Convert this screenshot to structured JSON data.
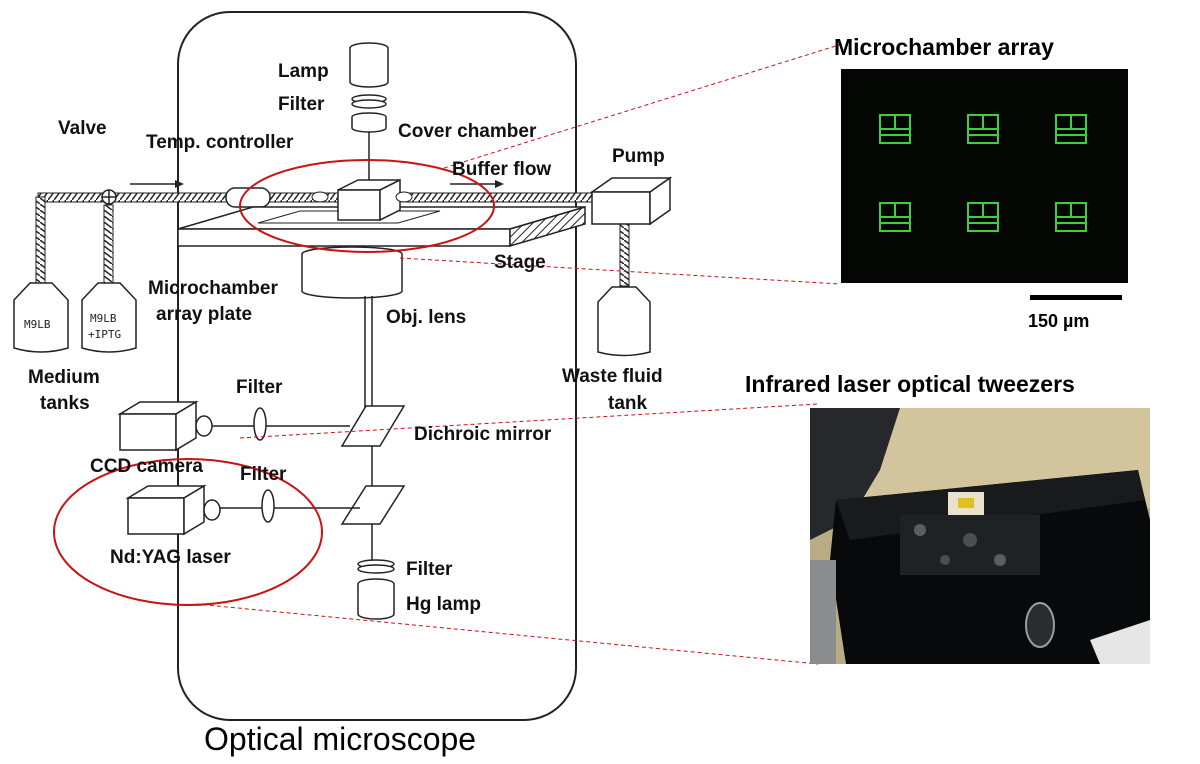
{
  "labels": {
    "lamp": "Lamp",
    "filter_top": "Filter",
    "cover_chamber": "Cover chamber",
    "valve": "Valve",
    "temp_controller": "Temp. controller",
    "buffer_flow": "Buffer flow",
    "pump": "Pump",
    "stage": "Stage",
    "microchamber_plate_line1": "Microchamber",
    "microchamber_plate_line2": "array plate",
    "obj_lens": "Obj. lens",
    "tank1": "M9LB",
    "tank2_line1": "M9LB",
    "tank2_line2": "+IPTG",
    "medium_tanks_line1": "Medium",
    "medium_tanks_line2": "tanks",
    "waste_line1": "Waste fluid",
    "waste_line2": "tank",
    "filter_ccd": "Filter",
    "dichroic": "Dichroic mirror",
    "ccd_camera": "CCD camera",
    "filter_laser": "Filter",
    "ndyag": "Nd:YAG laser",
    "filter_hg": "Filter",
    "hg_lamp": "Hg lamp"
  },
  "microchamber_title": "Microchamber array",
  "scale_bar": "150 µm",
  "tweezers_title": "Infrared laser optical tweezers",
  "caption": "Optical microscope",
  "colors": {
    "highlight": "#cc1111",
    "chamber_glow": "#3ecf3e"
  }
}
